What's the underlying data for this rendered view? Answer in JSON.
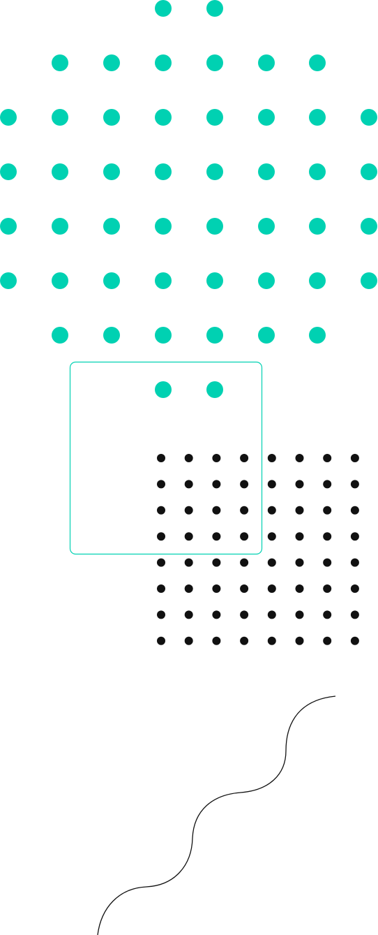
{
  "colors": {
    "background": "#ffffff",
    "accent_dots": "#00d1b2",
    "frame_stroke": "#00d1b2",
    "dark_dots": "#111111",
    "wave_stroke": "#111111"
  },
  "decoration": {
    "accent_dot_pattern": "teal-dot-diamond",
    "frame": "rounded-square-outline",
    "dark_dot_pattern": "black-dot-grid",
    "line": "wavy-line"
  }
}
